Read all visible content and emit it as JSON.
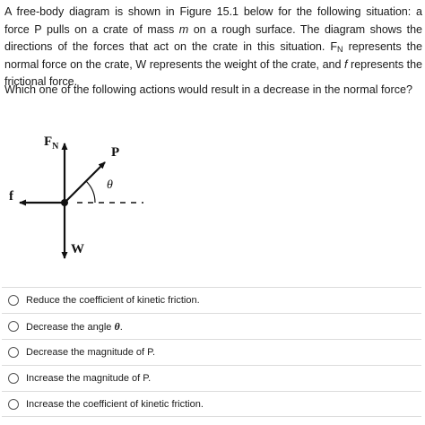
{
  "question": {
    "part1": "A free-body diagram is shown in Figure 15.1 below for the following situation: a force P pulls on a crate of mass ",
    "mass_symbol": "m",
    "part2": " on a rough surface. The diagram shows the directions of the forces that act on the crate in this situation. F",
    "normal_sub": "N",
    "part3": " represents the normal force on the crate, W represents the weight of the crate, and ",
    "friction_symbol": "f",
    "part4": " represents the frictional force."
  },
  "prompt": "Which one of the following actions would result in a decrease in the normal force?",
  "diagram": {
    "label_normal": "F",
    "label_normal_sub": "N",
    "label_pull": "P",
    "label_angle": "θ",
    "label_friction": "f",
    "label_weight": "W"
  },
  "options": [
    {
      "label": "Reduce the coefficient of kinetic friction."
    },
    {
      "label": "Decrease the angle ",
      "symbol": "θ",
      "suffix": "."
    },
    {
      "label": "Decrease the magnitude of P."
    },
    {
      "label": "Increase the magnitude of P."
    },
    {
      "label": "Increase the coefficient of kinetic friction."
    }
  ]
}
